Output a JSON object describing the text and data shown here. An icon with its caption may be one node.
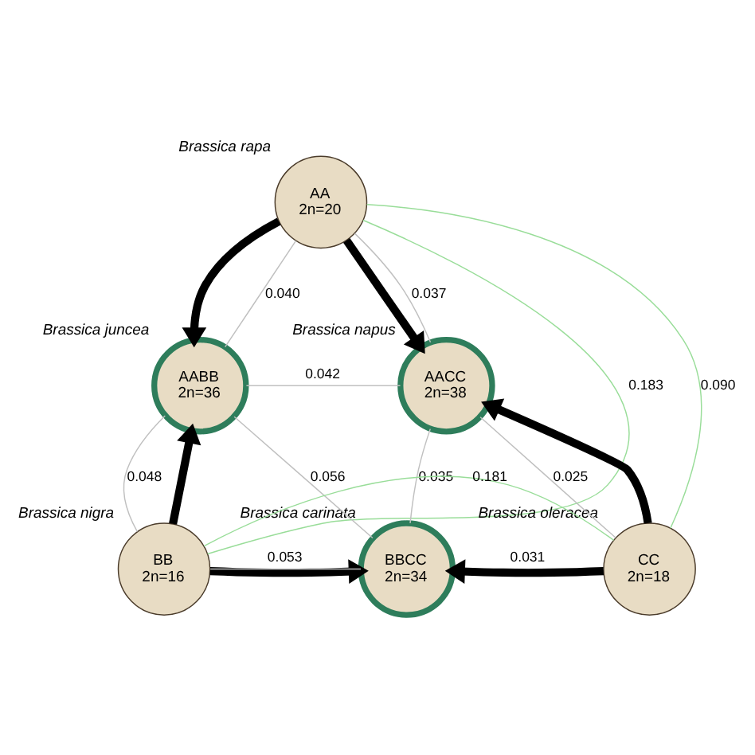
{
  "diagram": {
    "nodes": [
      {
        "text": [
          "AA",
          "2n=20"
        ],
        "beside": [
          "Brassica rapa"
        ]
      },
      {
        "text": [
          "AABB",
          "2n=36"
        ],
        "beside": [
          "Brassica juncea"
        ]
      },
      {
        "text": [
          "AACC",
          "2n=38"
        ],
        "beside": [
          "Brassica napus"
        ]
      },
      {
        "text": [
          "BB",
          "2n=16"
        ],
        "beside": [
          "Brassica nigra"
        ]
      },
      {
        "text": [
          "BBCC",
          "2n=34"
        ],
        "beside": [
          "Brassica carinata"
        ]
      },
      {
        "text": [
          "CC",
          "2n=18"
        ],
        "beside": [
          "Brassica oleracea"
        ]
      }
    ],
    "edges": [
      {
        "from": 0,
        "to": 1,
        "arrow": "to",
        "style": "thick",
        "color": "#000000"
      },
      {
        "from": 0,
        "to": 2,
        "arrow": "to",
        "style": "thick",
        "color": "#000000"
      },
      {
        "from": 3,
        "to": 1,
        "arrow": "to",
        "style": "thick",
        "color": "#000000"
      },
      {
        "from": 3,
        "to": 4,
        "arrow": "to",
        "style": "thick",
        "color": "#000000"
      },
      {
        "from": 5,
        "to": 4,
        "arrow": "to",
        "style": "thick",
        "color": "#000000"
      },
      {
        "from": 5,
        "to": 2,
        "arrow": "to",
        "style": "thick",
        "color": "#000000"
      },
      {
        "from": 0,
        "to": 1,
        "arrow": "none",
        "label": "0.040"
      },
      {
        "from": 0,
        "to": 2,
        "arrow": "none",
        "label": "0.037"
      },
      {
        "from": 1,
        "to": 2,
        "arrow": "none",
        "label": "0.042"
      },
      {
        "from": 1,
        "to": 3,
        "arrow": "none",
        "label": "0.048"
      },
      {
        "from": 1,
        "to": 4,
        "arrow": "none",
        "label": "0.056"
      },
      {
        "from": 2,
        "to": 4,
        "arrow": "none",
        "label": "0.035"
      },
      {
        "from": 2,
        "to": 5,
        "arrow": "none",
        "label": "0.025"
      },
      {
        "from": 3,
        "to": 4,
        "arrow": "none",
        "label": "0.053"
      },
      {
        "from": 4,
        "to": 5,
        "arrow": "none",
        "label": "0.031"
      },
      {
        "from": 0,
        "to": 3,
        "arrow": "none",
        "label": "0.183",
        "color": "#99dd99"
      },
      {
        "from": 0,
        "to": 5,
        "arrow": "none",
        "label": "0.090",
        "color": "#99dd99"
      },
      {
        "from": 3,
        "to": 5,
        "arrow": "none",
        "label": "0.181",
        "color": "#99dd99"
      }
    ]
  }
}
